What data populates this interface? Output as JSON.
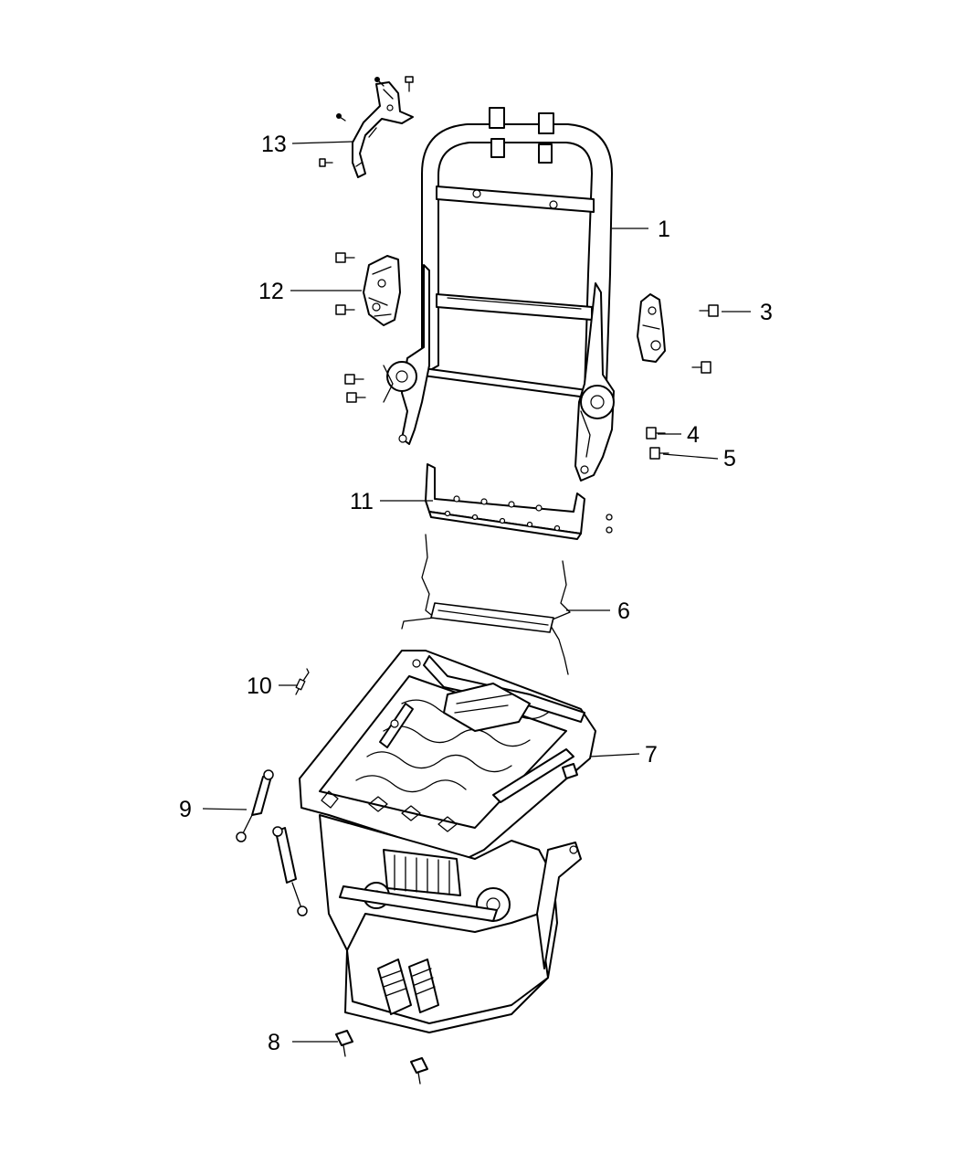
{
  "callouts": {
    "c1": "1",
    "c3": "3",
    "c4": "4",
    "c5": "5",
    "c6": "6",
    "c7": "7",
    "c8": "8",
    "c9": "9",
    "c10": "10",
    "c11": "11",
    "c12": "12",
    "c13": "13"
  }
}
